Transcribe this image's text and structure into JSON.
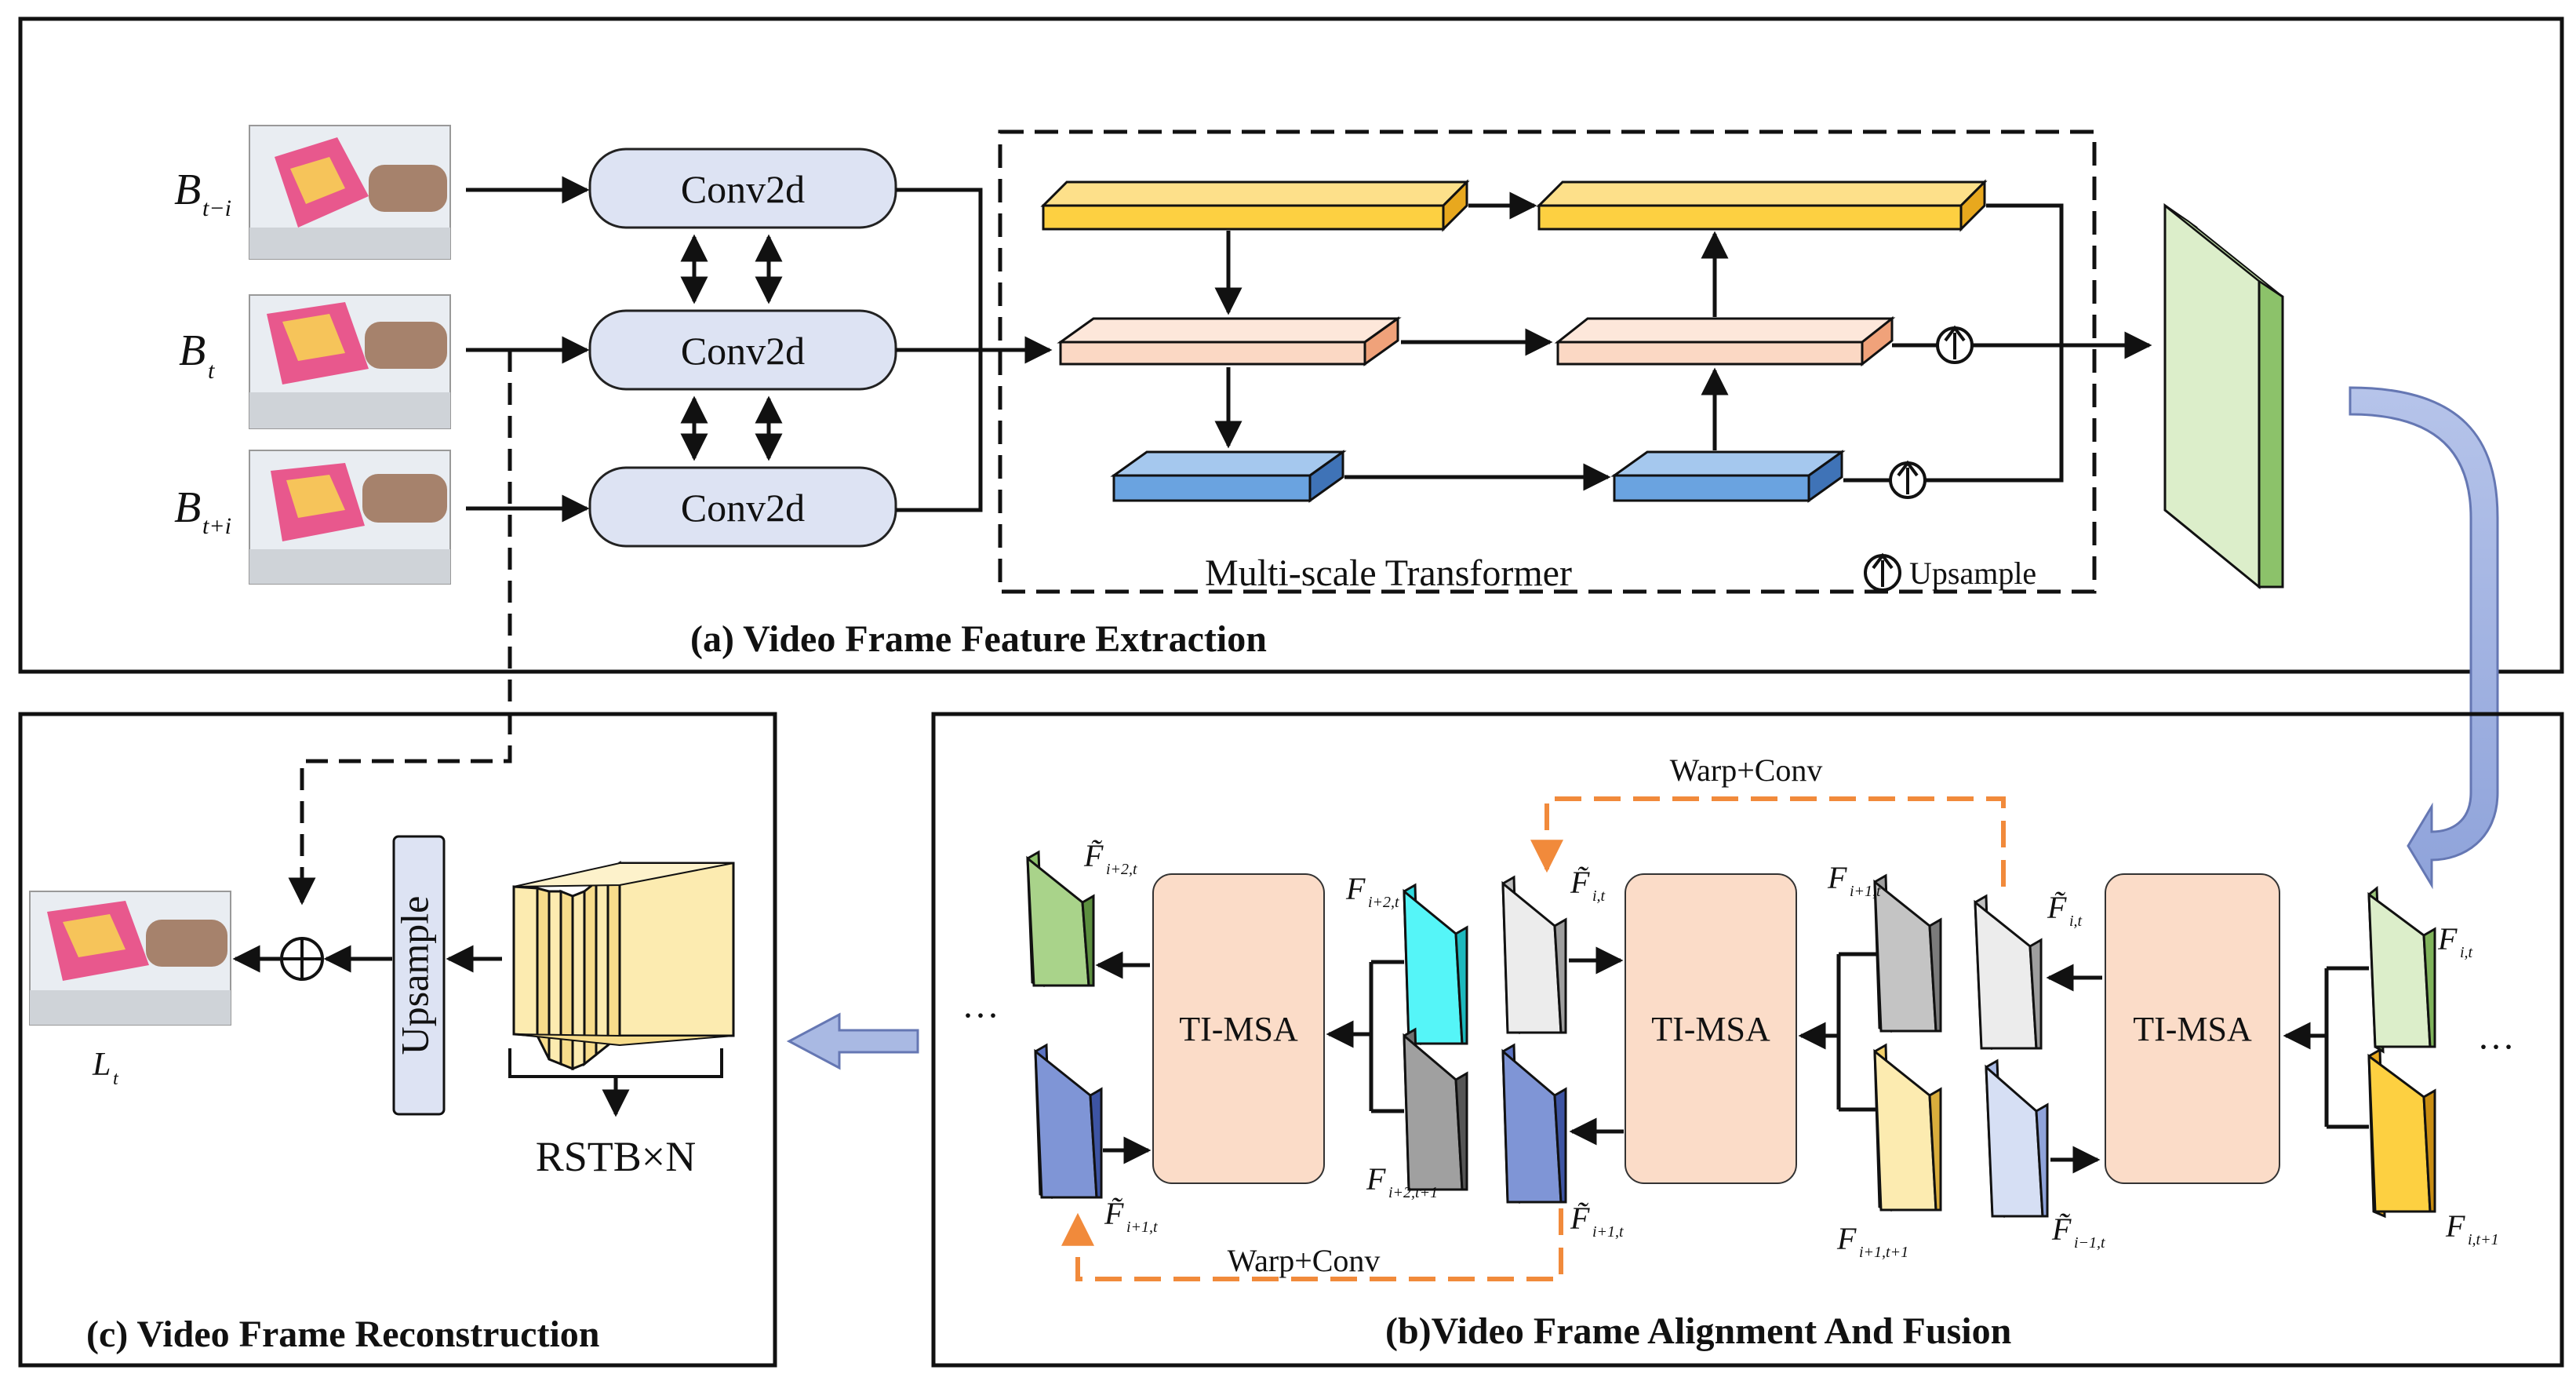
{
  "section_a": {
    "title": "(a) Video Frame Feature Extraction",
    "conv_blocks": [
      "Conv2d",
      "Conv2d",
      "Conv2d"
    ],
    "inputs": [
      {
        "var": "B",
        "sub": "t−i"
      },
      {
        "var": "B",
        "sub": "t"
      },
      {
        "var": "B",
        "sub": "t+i"
      }
    ],
    "transformer_label": "Multi-scale Transformer",
    "upsample_legend": "Upsample"
  },
  "section_b": {
    "title": "(b)Video Frame Alignment And Fusion",
    "msa_blocks": [
      "TI-MSA",
      "TI-MSA",
      "TI-MSA"
    ],
    "warp_top": "Warp+Conv",
    "warp_bottom": "Warp+Conv",
    "ellipsis": "···",
    "features": {
      "f_i_t": {
        "var": "F",
        "sub": "i,t"
      },
      "f_i_t1": {
        "var": "F",
        "sub": "i,t+1"
      },
      "ft_i_t_a": {
        "var": "F̃",
        "sub": "i,t"
      },
      "ft_im1_t": {
        "var": "F̃",
        "sub": "i−1,t"
      },
      "f_i1_t": {
        "var": "F",
        "sub": "i+1,t"
      },
      "f_i1_t1": {
        "var": "F",
        "sub": "i+1,t+1"
      },
      "ft_i_t_b": {
        "var": "F̃",
        "sub": "i,t"
      },
      "ft_i1_t": {
        "var": "F̃",
        "sub": "i+1,t"
      },
      "f_i2_t": {
        "var": "F",
        "sub": "i+2,t"
      },
      "f_i2_t1": {
        "var": "F",
        "sub": "i+2,t+1"
      },
      "ft_i2_t": {
        "var": "F̃",
        "sub": "i+2,t"
      },
      "ft_i1_t_c": {
        "var": "F̃",
        "sub": "i+1,t"
      }
    }
  },
  "section_c": {
    "title": "(c)  Video Frame Reconstruction",
    "upsample_label": "Upsample",
    "rstb_label": "RSTB×N",
    "output": {
      "var": "L",
      "sub": "t"
    }
  },
  "colors": {
    "conv": "#dde3f3",
    "yellow": "#fdd041",
    "peach": "#fbd8c4",
    "blue": "#6aa3e0",
    "green_panel": "#dceeca",
    "light_green": "#c9e6b5",
    "cyan": "#55f5f8",
    "gray": "#b8b8b8",
    "light_gray": "#ececec",
    "navy": "#7f95d6",
    "pale_blue": "#d6dff4",
    "cream": "#fcebb0",
    "msa": "#fbdcc8",
    "orange": "#f18a3b",
    "flow_arrow": "#a9b9e3"
  }
}
